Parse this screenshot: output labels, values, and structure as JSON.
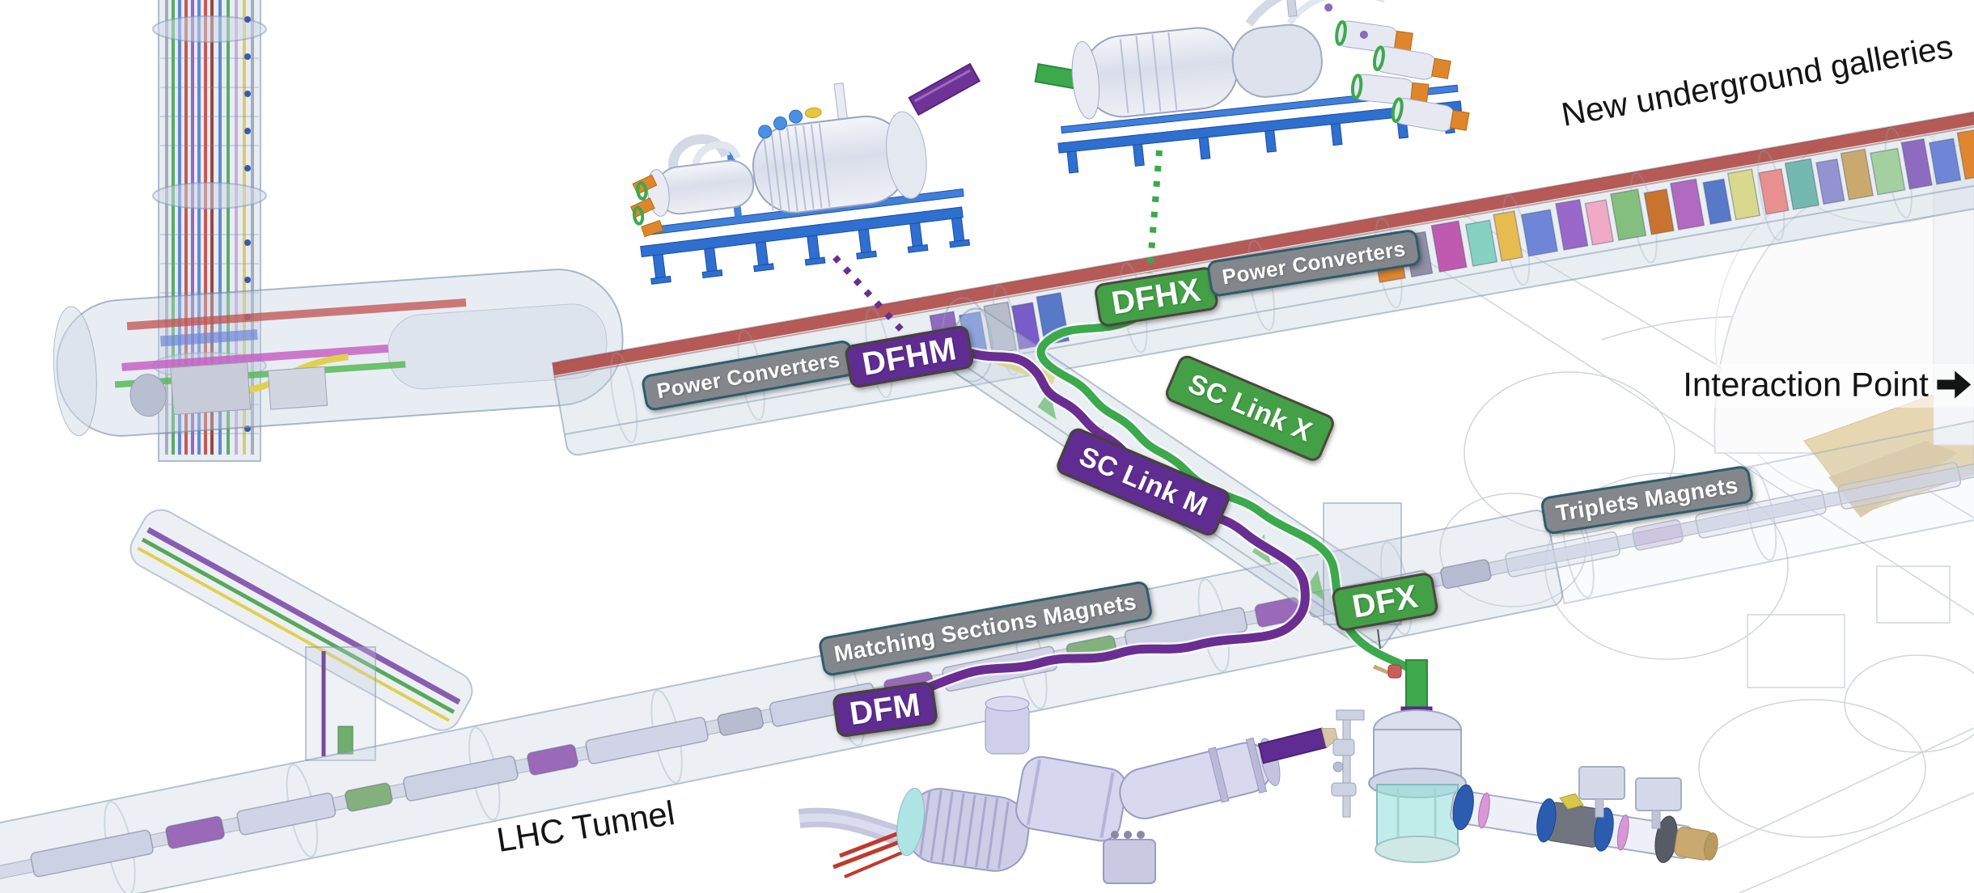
{
  "scene": {
    "annotations": {
      "new_underground_galleries": "New underground galleries",
      "interaction_point": "Interaction Point",
      "lhc_tunnel": "LHC Tunnel"
    },
    "labels": {
      "power_converters_left": "Power Converters",
      "dfhm": "DFHM",
      "dfhx": "DFHX",
      "power_converters_right": "Power Converters",
      "sc_link_x": "SC Link X",
      "sc_link_m": "SC Link M",
      "matching_sections_magnets": "Matching Sections Magnets",
      "dfm": "DFM",
      "dfx": "DFX",
      "triplets_magnets": "Triplets Magnets"
    },
    "icons": {
      "interaction_point_arrow": "right-arrow"
    },
    "colors": {
      "label_green": "#43a047",
      "label_purple": "#5f2d91",
      "label_grey": "#83878c",
      "grey_label_border": "#2e5c6b",
      "dark_label_border": "#4b473d",
      "sc_link_green": "#3ba94c",
      "sc_link_purple": "#6a2d91",
      "gallery_red_stripe": "#ab403a",
      "skid_blue": "#2e6fd0",
      "annotation_text": "#141414"
    }
  }
}
